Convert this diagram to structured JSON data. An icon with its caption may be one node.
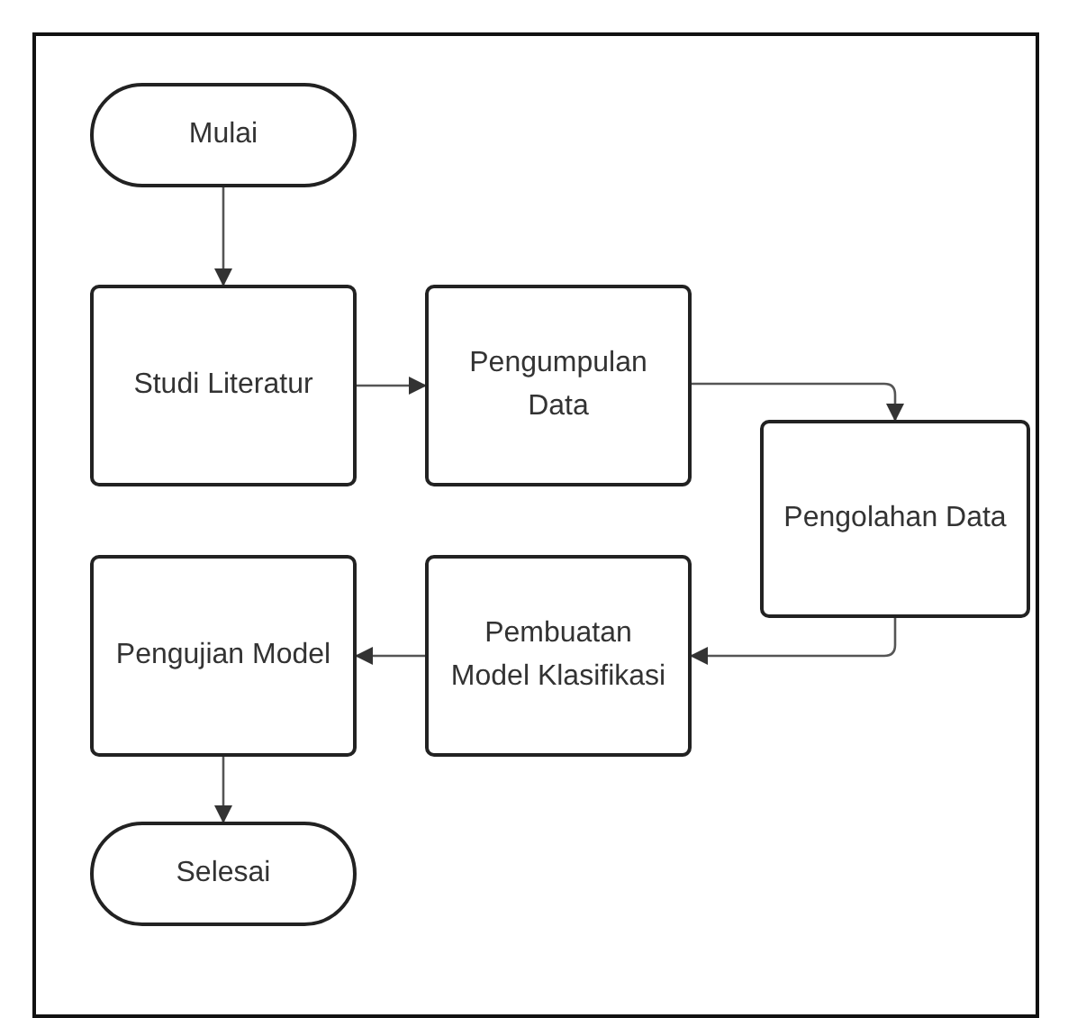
{
  "diagram": {
    "nodes": [
      {
        "text": [
          "Mulai"
        ]
      },
      {
        "text": [
          "Studi Literatur"
        ]
      },
      {
        "text": [
          "Pengumpulan Data"
        ]
      },
      {
        "text": [
          "Pengolahan Data"
        ]
      },
      {
        "text": [
          "Pembuatan Model Klasifikasi"
        ]
      },
      {
        "text": [
          "Pengujian Model"
        ]
      },
      {
        "text": [
          "Selesai"
        ]
      }
    ],
    "edges": [
      {
        "from": 0,
        "to": 1,
        "arrow": "to"
      },
      {
        "from": 1,
        "to": 2,
        "arrow": "to"
      },
      {
        "from": 2,
        "to": 3,
        "arrow": "to"
      },
      {
        "from": 3,
        "to": 4,
        "arrow": "to"
      },
      {
        "from": 4,
        "to": 5,
        "arrow": "to"
      },
      {
        "from": 5,
        "to": 6,
        "arrow": "to"
      }
    ]
  }
}
